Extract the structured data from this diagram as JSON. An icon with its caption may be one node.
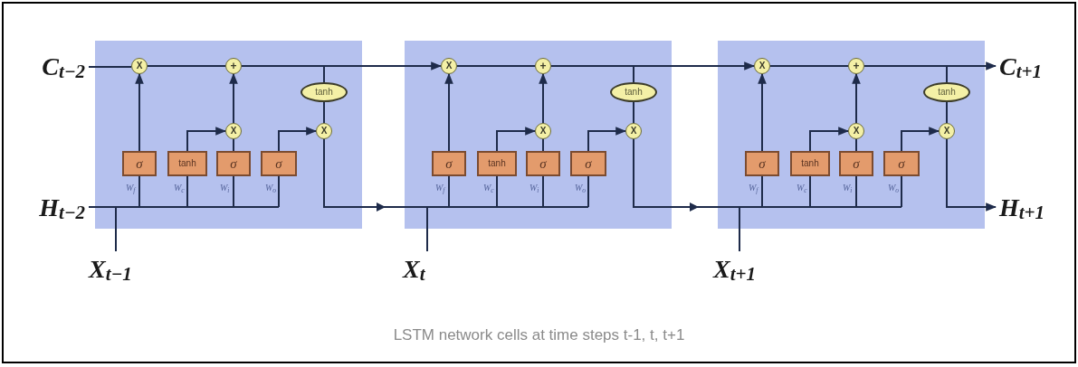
{
  "diagram": {
    "caption": "LSTM network cells at time steps t-1, t, t+1",
    "nodes": [
      {
        "text": [
          "C$_{t−2}$"
        ]
      },
      {
        "text": [
          "H$_{t−2}$"
        ]
      },
      {
        "text": [],
        "shape": "box"
      },
      {
        "text": [
          "X"
        ],
        "in": 2
      },
      {
        "text": [
          "+"
        ],
        "in": 2
      },
      {
        "text": [
          "tanh"
        ],
        "in": 2
      },
      {
        "text": [
          "X"
        ],
        "in": 2
      },
      {
        "text": [
          "X"
        ],
        "in": 2
      },
      {
        "text": [
          "σ"
        ],
        "in": 2,
        "beside": [
          "W$_{f}$"
        ]
      },
      {
        "text": [
          "tanh"
        ],
        "in": 2,
        "beside": [
          "W$_{c}$"
        ]
      },
      {
        "text": [
          "σ"
        ],
        "in": 2,
        "beside": [
          "W$_{i}$"
        ]
      },
      {
        "text": [
          "σ"
        ],
        "in": 2,
        "beside": [
          "W$_{o}$"
        ]
      },
      {
        "text": [
          "X$_{t−1}$"
        ]
      },
      {
        "text": [],
        "shape": "box"
      },
      {
        "text": [
          "X"
        ],
        "in": 13
      },
      {
        "text": [
          "+"
        ],
        "in": 13
      },
      {
        "text": [
          "tanh"
        ],
        "in": 13
      },
      {
        "text": [
          "X"
        ],
        "in": 13
      },
      {
        "text": [
          "X"
        ],
        "in": 13
      },
      {
        "text": [
          "σ"
        ],
        "in": 13,
        "beside": [
          "W$_{f}$"
        ]
      },
      {
        "text": [
          "tanh"
        ],
        "in": 13,
        "beside": [
          "W$_{c}$"
        ]
      },
      {
        "text": [
          "σ"
        ],
        "in": 13,
        "beside": [
          "W$_{i}$"
        ]
      },
      {
        "text": [
          "σ"
        ],
        "in": 13,
        "beside": [
          "W$_{o}$"
        ]
      },
      {
        "text": [
          "X$_{t}$"
        ]
      },
      {
        "text": [],
        "shape": "box"
      },
      {
        "text": [
          "X"
        ],
        "in": 24
      },
      {
        "text": [
          "+"
        ],
        "in": 24
      },
      {
        "text": [
          "tanh"
        ],
        "in": 24
      },
      {
        "text": [
          "X"
        ],
        "in": 24
      },
      {
        "text": [
          "X"
        ],
        "in": 24
      },
      {
        "text": [
          "σ"
        ],
        "in": 24,
        "beside": [
          "W$_{f}$"
        ]
      },
      {
        "text": [
          "tanh"
        ],
        "in": 24,
        "beside": [
          "W$_{c}$"
        ]
      },
      {
        "text": [
          "σ"
        ],
        "in": 24,
        "beside": [
          "W$_{i}$"
        ]
      },
      {
        "text": [
          "σ"
        ],
        "in": 24,
        "beside": [
          "W$_{o}$"
        ]
      },
      {
        "text": [
          "X$_{t+1}$"
        ]
      },
      {
        "text": [
          "C$_{t+1}$"
        ]
      },
      {
        "text": [
          "H$_{t+1}$"
        ]
      }
    ],
    "edges": [
      {
        "from": 0,
        "to": 3,
        "arrow": "none"
      },
      {
        "from": 3,
        "to": 4,
        "arrow": "none"
      },
      {
        "from": 4,
        "to": 5,
        "arrow": "none"
      },
      {
        "from": 5,
        "to": 7,
        "arrow": "none"
      },
      {
        "from": 8,
        "to": 3,
        "arrow": "to"
      },
      {
        "from": 9,
        "to": 6,
        "arrow": "to"
      },
      {
        "from": 10,
        "to": 6,
        "arrow": "none"
      },
      {
        "from": 6,
        "to": 4,
        "arrow": "to"
      },
      {
        "from": 11,
        "to": 7,
        "arrow": "to"
      },
      {
        "from": 1,
        "to": 8,
        "arrow": "none"
      },
      {
        "from": 1,
        "to": 9,
        "arrow": "none"
      },
      {
        "from": 1,
        "to": 10,
        "arrow": "none"
      },
      {
        "from": 1,
        "to": 11,
        "arrow": "none"
      },
      {
        "from": 12,
        "to": 8,
        "arrow": "none"
      },
      {
        "from": 12,
        "to": 9,
        "arrow": "none"
      },
      {
        "from": 12,
        "to": 10,
        "arrow": "none"
      },
      {
        "from": 12,
        "to": 11,
        "arrow": "none"
      },
      {
        "from": 4,
        "to": 14,
        "arrow": "to"
      },
      {
        "from": 14,
        "to": 15,
        "arrow": "none"
      },
      {
        "from": 15,
        "to": 16,
        "arrow": "none"
      },
      {
        "from": 16,
        "to": 18,
        "arrow": "none"
      },
      {
        "from": 19,
        "to": 14,
        "arrow": "to"
      },
      {
        "from": 20,
        "to": 17,
        "arrow": "to"
      },
      {
        "from": 21,
        "to": 17,
        "arrow": "none"
      },
      {
        "from": 17,
        "to": 15,
        "arrow": "to"
      },
      {
        "from": 22,
        "to": 18,
        "arrow": "to"
      },
      {
        "from": 7,
        "to": 19,
        "arrow": "to"
      },
      {
        "from": 7,
        "to": 20,
        "arrow": "to"
      },
      {
        "from": 7,
        "to": 21,
        "arrow": "to"
      },
      {
        "from": 7,
        "to": 22,
        "arrow": "to"
      },
      {
        "from": 23,
        "to": 19,
        "arrow": "none"
      },
      {
        "from": 23,
        "to": 20,
        "arrow": "none"
      },
      {
        "from": 23,
        "to": 21,
        "arrow": "none"
      },
      {
        "from": 23,
        "to": 22,
        "arrow": "none"
      },
      {
        "from": 15,
        "to": 25,
        "arrow": "to"
      },
      {
        "from": 25,
        "to": 26,
        "arrow": "none"
      },
      {
        "from": 26,
        "to": 27,
        "arrow": "none"
      },
      {
        "from": 27,
        "to": 29,
        "arrow": "none"
      },
      {
        "from": 30,
        "to": 25,
        "arrow": "to"
      },
      {
        "from": 31,
        "to": 28,
        "arrow": "to"
      },
      {
        "from": 32,
        "to": 28,
        "arrow": "none"
      },
      {
        "from": 28,
        "to": 26,
        "arrow": "to"
      },
      {
        "from": 33,
        "to": 29,
        "arrow": "to"
      },
      {
        "from": 18,
        "to": 30,
        "arrow": "to"
      },
      {
        "from": 18,
        "to": 31,
        "arrow": "to"
      },
      {
        "from": 18,
        "to": 32,
        "arrow": "to"
      },
      {
        "from": 18,
        "to": 33,
        "arrow": "to"
      },
      {
        "from": 34,
        "to": 30,
        "arrow": "none"
      },
      {
        "from": 34,
        "to": 31,
        "arrow": "none"
      },
      {
        "from": 34,
        "to": 32,
        "arrow": "none"
      },
      {
        "from": 34,
        "to": 33,
        "arrow": "none"
      },
      {
        "from": 26,
        "to": 35,
        "arrow": "to"
      },
      {
        "from": 29,
        "to": 36,
        "arrow": "to"
      }
    ]
  }
}
